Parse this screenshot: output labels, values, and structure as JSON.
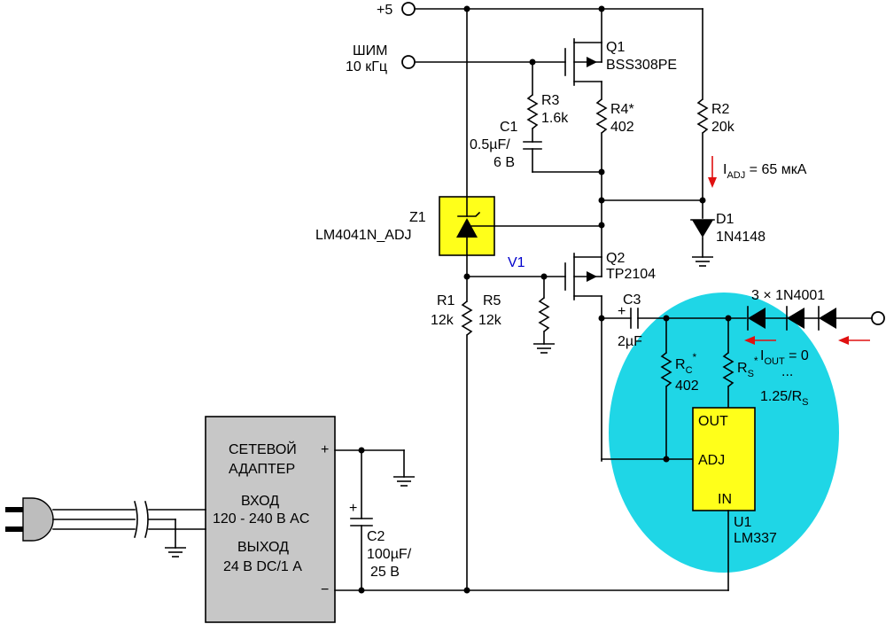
{
  "colors": {
    "highlight_ellipse": "#1fd6e6",
    "ic_fill": "#ffff1a",
    "adapter_fill": "#c7c7c7",
    "current_arrow": "#e01010",
    "node_label": "#0000cc"
  },
  "labels": {
    "vplus": "+5",
    "pwm_line1": "ШИМ",
    "pwm_line2": "10 кГц",
    "q1_ref": "Q1",
    "q1_part": "BSS308PE",
    "r3_ref": "R3",
    "r3_val": "1.6k",
    "r4_ref": "R4*",
    "r4_val": "402",
    "r2_ref": "R2",
    "r2_val": "20k",
    "c1_ref": "C1",
    "c1_val1": "0.5µF/",
    "c1_val2": "6 В",
    "iadj_main": "I",
    "iadj_sub": "ADJ",
    "iadj_val": " = 65 мкА",
    "z1_ref": "Z1",
    "z1_part": "LM4041N_ADJ",
    "d1_ref": "D1",
    "d1_part": "1N4148",
    "q2_ref": "Q2",
    "q2_part": "TP2104",
    "v1": "V1",
    "r1_ref": "R1",
    "r1_val": "12k",
    "r5_ref": "R5",
    "r5_val": "12k",
    "c3_ref": "C3",
    "c3_val": "2µF",
    "diodes": "3 × 1N4001",
    "iout_main": "I",
    "iout_sub": "OUT",
    "iout_val": " = 0",
    "iout_dots": "...",
    "iout_max": "1.25/R",
    "iout_max_sub": "S",
    "rc_ref": "R",
    "rc_sub": "C",
    "rc_star": "*",
    "rc_val": "402",
    "rs_ref": "R",
    "rs_sub": "S",
    "rs_star": "*",
    "u1_out": "OUT",
    "u1_adj": "ADJ",
    "u1_in": "IN",
    "u1_ref": "U1",
    "u1_part": "LM337",
    "adapter_l1": "СЕТЕВОЙ",
    "adapter_l2": "АДАПТЕР",
    "adapter_plus": "+",
    "adapter_l3": "ВХОД",
    "adapter_l4": "120 - 240 В AC",
    "adapter_l5": "ВЫХОД",
    "adapter_l6": "24 В DC/1 А",
    "adapter_minus": "−",
    "c2_ref": "C2",
    "c2_val1": "100µF/",
    "c2_val2": "25 В",
    "c2_plus": "+",
    "c3_plus": "+"
  }
}
